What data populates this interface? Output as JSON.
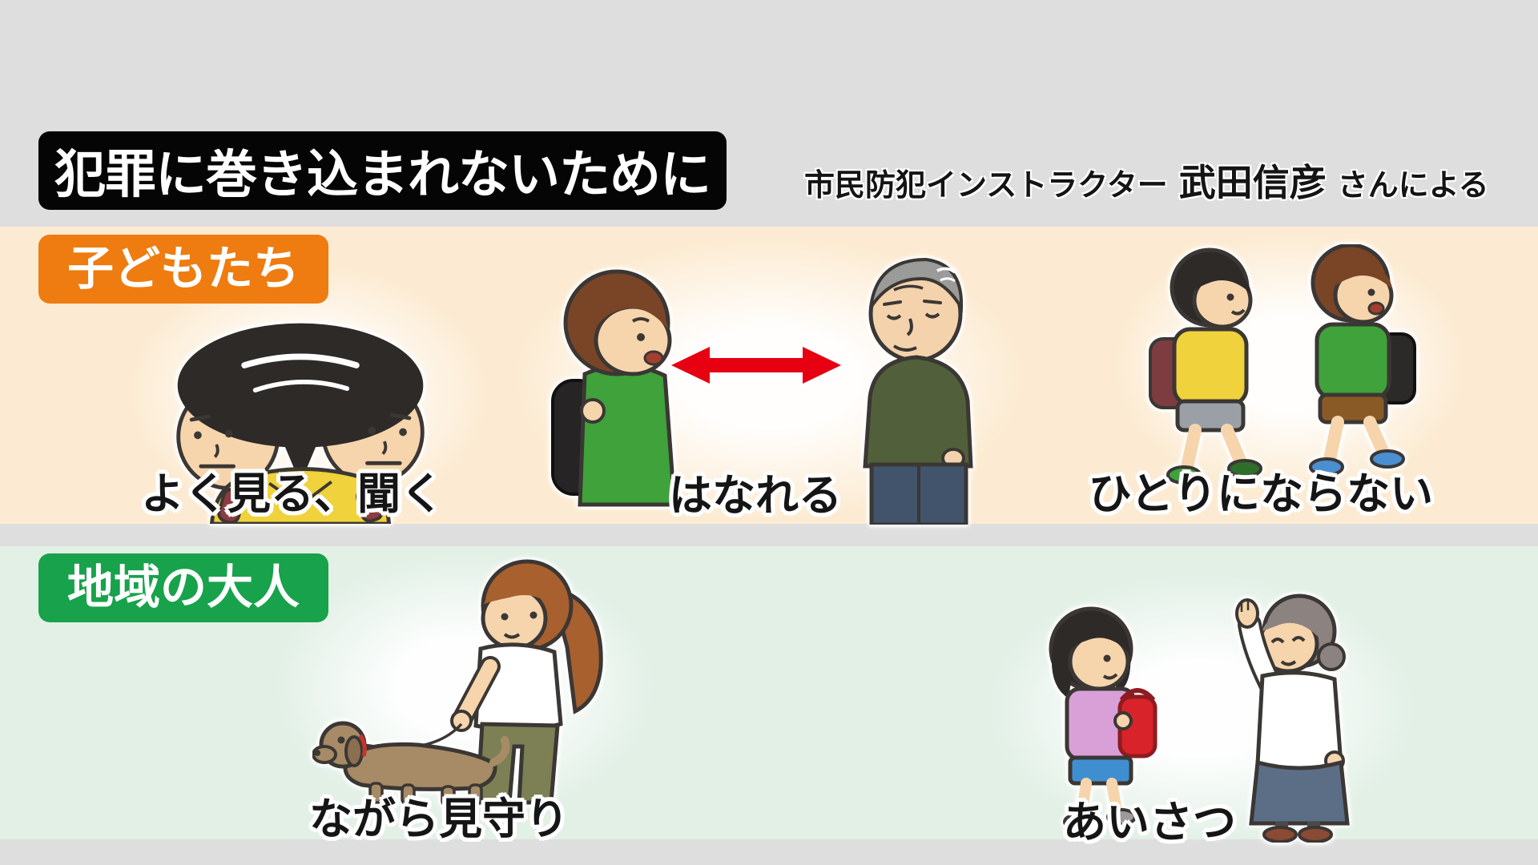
{
  "header": {
    "title": "犯罪に巻き込まれないために",
    "subtitle_prefix": "市民防犯インストラクター",
    "subtitle_name": "武田信彦",
    "subtitle_suffix": "さんによる"
  },
  "sections": {
    "children": {
      "label": "子どもたち",
      "items": [
        {
          "caption": "よく見る、聞く",
          "illustration": "child-looking-both-ways"
        },
        {
          "caption": "はなれる",
          "illustration": "child-keeping-distance-from-stranger"
        },
        {
          "caption": "ひとりにならない",
          "illustration": "two-children-walking-together"
        }
      ]
    },
    "adults": {
      "label": "地域の大人",
      "items": [
        {
          "caption": "ながら見守り",
          "illustration": "woman-walking-dog"
        },
        {
          "caption": "あいさつ",
          "illustration": "girl-greeting-elderly-woman"
        }
      ]
    }
  },
  "icons": {
    "distance_arrow": "double-headed-arrow"
  },
  "colors": {
    "background_gray": "#dedede",
    "title_box_bg": "#050505",
    "title_text": "#ffffff",
    "children_band_bg": "#fcebd2",
    "children_label_bg": "#ee7c10",
    "adults_band_bg": "#e2f0e6",
    "adults_label_bg": "#18a24b",
    "caption_text": "#151515",
    "distance_arrow_red": "#e60012"
  }
}
